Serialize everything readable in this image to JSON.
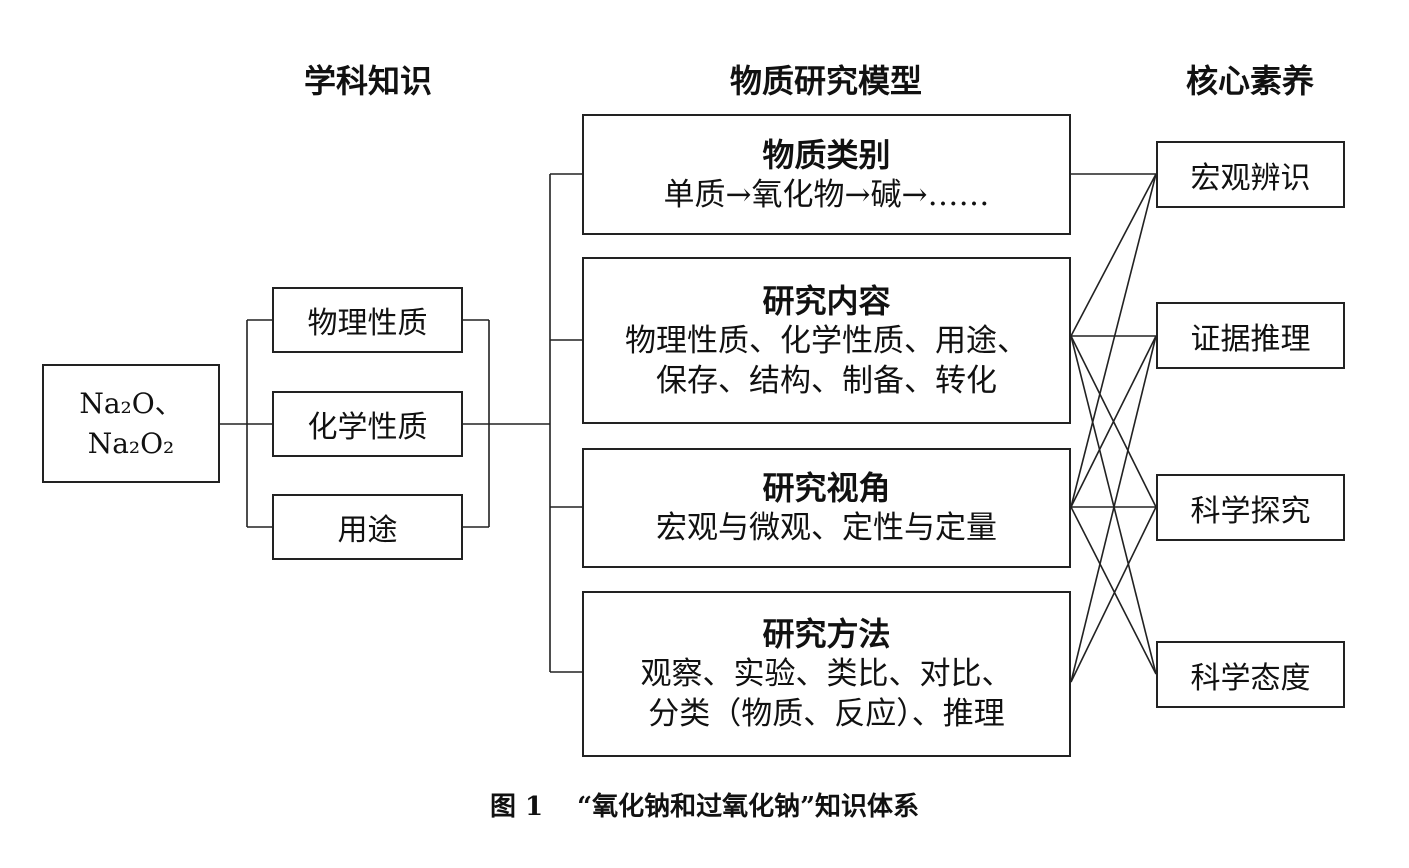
{
  "headers": {
    "knowledge": "学科知识",
    "model": "物质研究模型",
    "literacy": "核心素养"
  },
  "subject": {
    "line1": "Na₂O、",
    "line2": "Na₂O₂"
  },
  "knowledge_items": [
    "物理性质",
    "化学性质",
    "用途"
  ],
  "model_boxes": [
    {
      "title": "物质类别",
      "lines": [
        "单质→氧化物→碱→……"
      ]
    },
    {
      "title": "研究内容",
      "lines": [
        "物理性质、化学性质、用途、",
        "保存、结构、制备、转化"
      ]
    },
    {
      "title": "研究视角",
      "lines": [
        "宏观与微观、定性与定量"
      ]
    },
    {
      "title": "研究方法",
      "lines": [
        "观察、实验、类比、对比、",
        "分类（物质、反应）、推理"
      ]
    }
  ],
  "literacy_items": [
    "宏观辨识",
    "证据推理",
    "科学探究",
    "科学态度"
  ],
  "connections": [
    {
      "from": "物质类别",
      "to": [
        "宏观辨识"
      ]
    },
    {
      "from": "研究内容",
      "to": [
        "宏观辨识",
        "证据推理",
        "科学探究",
        "科学态度"
      ]
    },
    {
      "from": "研究视角",
      "to": [
        "宏观辨识",
        "证据推理",
        "科学探究",
        "科学态度"
      ]
    },
    {
      "from": "研究方法",
      "to": [
        "证据推理",
        "科学探究"
      ]
    }
  ],
  "caption": {
    "label": "图 1",
    "title": "“氧化钠和过氧化钠”知识体系"
  }
}
